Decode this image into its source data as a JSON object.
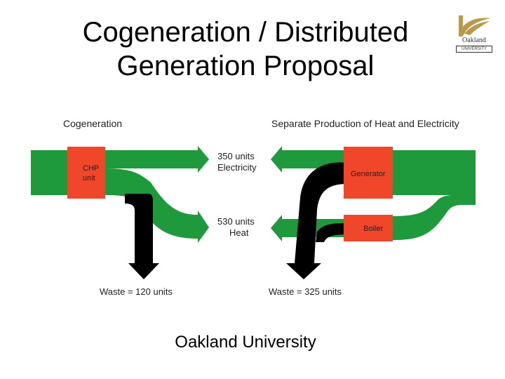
{
  "slide": {
    "title_line1": "Cogeneration / Distributed",
    "title_line2": "Generation Proposal",
    "footer": "Oakland University"
  },
  "logo": {
    "name": "Oakland",
    "sub": "UNIVERSITY",
    "icon": "sail-logo-icon",
    "color": "#b89a4a"
  },
  "diagram": {
    "colors": {
      "flow": "#1e9a3c",
      "waste": "#000000",
      "unit": "#f0462a"
    },
    "left": {
      "heading": "Cogeneration",
      "unit_line1": "CHP",
      "unit_line2": "unit",
      "waste": "Waste = 120 units"
    },
    "right": {
      "heading": "Separate Production of Heat and Electricity",
      "generator": "Generator",
      "boiler": "Boiler",
      "waste": "Waste = 325 units"
    },
    "outputs": {
      "electricity_line1": "350 units",
      "electricity_line2": "Electricity",
      "heat_line1": "530 units",
      "heat_line2": "Heat"
    }
  }
}
